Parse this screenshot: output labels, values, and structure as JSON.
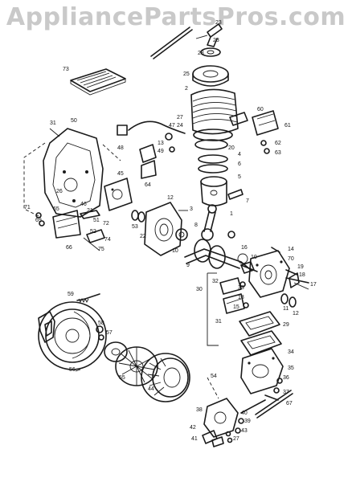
{
  "watermark": "AppliancePartsPros.com",
  "callouts": [
    {
      "id": "c23a",
      "text": "23"
    },
    {
      "id": "c23b",
      "text": "23"
    },
    {
      "id": "c28",
      "text": "28"
    },
    {
      "id": "c73",
      "text": "73"
    },
    {
      "id": "c25",
      "text": "25"
    },
    {
      "id": "c2",
      "text": "2"
    },
    {
      "id": "c27a",
      "text": "27"
    },
    {
      "id": "c24",
      "text": "24"
    },
    {
      "id": "c60",
      "text": "60"
    },
    {
      "id": "c61",
      "text": "61"
    },
    {
      "id": "c62",
      "text": "62"
    },
    {
      "id": "c63",
      "text": "63"
    },
    {
      "id": "c20",
      "text": "20"
    },
    {
      "id": "c47",
      "text": "47"
    },
    {
      "id": "c31",
      "text": "31"
    },
    {
      "id": "c50",
      "text": "50"
    },
    {
      "id": "c48",
      "text": "48"
    },
    {
      "id": "c13",
      "text": "13"
    },
    {
      "id": "c49",
      "text": "49"
    },
    {
      "id": "c64",
      "text": "64"
    },
    {
      "id": "c4",
      "text": "4"
    },
    {
      "id": "c6",
      "text": "6"
    },
    {
      "id": "c5",
      "text": "5"
    },
    {
      "id": "c7",
      "text": "7"
    },
    {
      "id": "c45",
      "text": "45"
    },
    {
      "id": "c12a",
      "text": "12"
    },
    {
      "id": "c3",
      "text": "3"
    },
    {
      "id": "c1",
      "text": "1"
    },
    {
      "id": "c8",
      "text": "8"
    },
    {
      "id": "c14",
      "text": "14"
    },
    {
      "id": "c16",
      "text": "16"
    },
    {
      "id": "c10",
      "text": "10"
    },
    {
      "id": "c70",
      "text": "70"
    },
    {
      "id": "c19",
      "text": "19"
    },
    {
      "id": "c18",
      "text": "18"
    },
    {
      "id": "c17",
      "text": "17"
    },
    {
      "id": "c30",
      "text": "30"
    },
    {
      "id": "c32",
      "text": "32"
    },
    {
      "id": "c33",
      "text": "33"
    },
    {
      "id": "c11",
      "text": "11"
    },
    {
      "id": "c12b",
      "text": "12"
    },
    {
      "id": "c13b",
      "text": "13"
    },
    {
      "id": "c15",
      "text": "15"
    },
    {
      "id": "c31b",
      "text": "31"
    },
    {
      "id": "c29",
      "text": "29"
    },
    {
      "id": "c9",
      "text": "9"
    },
    {
      "id": "c10b",
      "text": "10"
    },
    {
      "id": "c59",
      "text": "59"
    },
    {
      "id": "c58",
      "text": "58"
    },
    {
      "id": "c57",
      "text": "57"
    },
    {
      "id": "c34",
      "text": "34"
    },
    {
      "id": "c35",
      "text": "35"
    },
    {
      "id": "c36",
      "text": "36"
    },
    {
      "id": "c37",
      "text": "37"
    },
    {
      "id": "c56",
      "text": "56"
    },
    {
      "id": "c55",
      "text": "55"
    },
    {
      "id": "c44",
      "text": "44"
    },
    {
      "id": "c54",
      "text": "54"
    },
    {
      "id": "c67",
      "text": "67"
    },
    {
      "id": "c38",
      "text": "38"
    },
    {
      "id": "c39",
      "text": "39"
    },
    {
      "id": "c40",
      "text": "40"
    },
    {
      "id": "c41",
      "text": "41"
    },
    {
      "id": "c42",
      "text": "42"
    },
    {
      "id": "c43",
      "text": "43"
    },
    {
      "id": "c27b",
      "text": "27"
    },
    {
      "id": "c71",
      "text": "71"
    },
    {
      "id": "c66",
      "text": "66"
    },
    {
      "id": "c65",
      "text": "65"
    },
    {
      "id": "c69",
      "text": "69"
    },
    {
      "id": "c72",
      "text": "72"
    },
    {
      "id": "c74",
      "text": "74"
    },
    {
      "id": "c75",
      "text": "75"
    },
    {
      "id": "c46",
      "text": "46"
    },
    {
      "id": "c51",
      "text": "51"
    },
    {
      "id": "c52",
      "text": "52"
    },
    {
      "id": "c53",
      "text": "53"
    },
    {
      "id": "c22",
      "text": "22"
    },
    {
      "id": "c21",
      "text": "21"
    },
    {
      "id": "c26",
      "text": "26"
    }
  ]
}
